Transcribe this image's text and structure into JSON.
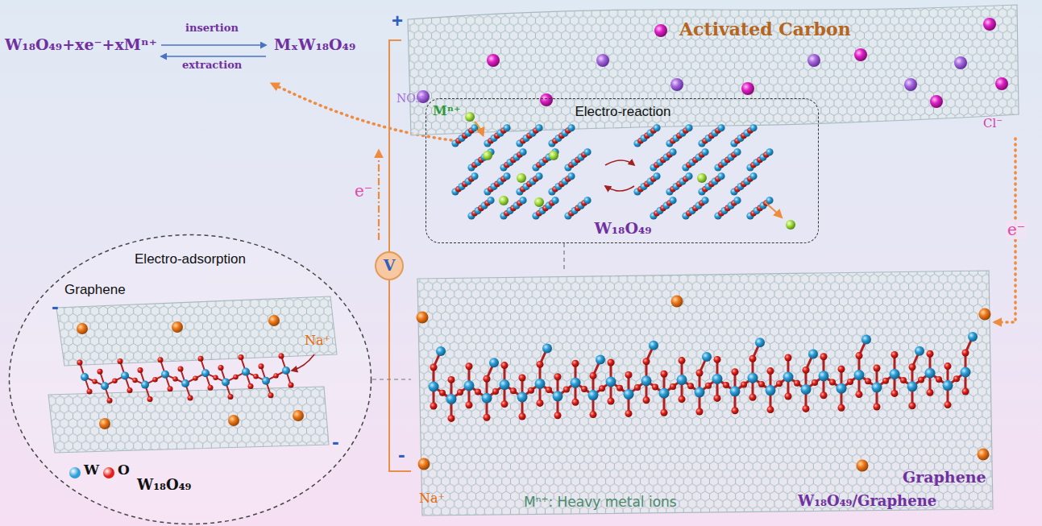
{
  "diagram": {
    "nodes": [
      {
        "text": [
          "Activated Carbon"
        ]
      },
      {
        "text": [
          "Electro-reaction",
          "Mⁿ⁺",
          "W₁₈O₄₉"
        ]
      },
      {
        "text": [
          "Graphene",
          "Na⁺"
        ]
      },
      {
        "text": [
          "Electro-adsorption",
          "Graphene",
          "Na⁺",
          "W₁₈O₄₉"
        ]
      },
      {
        "text": [
          "V"
        ]
      }
    ],
    "edges": [
      {
        "from": 0,
        "to": 2,
        "arrow": "to",
        "label": "e⁻"
      },
      {
        "from": 4,
        "to": 0,
        "arrow": "none"
      },
      {
        "from": 4,
        "to": 2,
        "arrow": "none"
      },
      {
        "from": 3,
        "to": 2,
        "arrow": "none"
      },
      {
        "from": 1,
        "to": 2,
        "arrow": "none"
      }
    ],
    "labels": [
      "W₁₈O₄₉+xe⁻+xMⁿ⁺",
      "insertion",
      "extraction",
      "MₓW₁₈O₄₉",
      "+",
      "NO₃⁻",
      "Cl⁻",
      "e⁻",
      "-",
      "-",
      "-",
      "Mⁿ⁺: Heavy metal ions",
      "W₁₈O₄₉/Graphene"
    ],
    "legend": [
      {
        "text": "W",
        "color": "#2b9fd9"
      },
      {
        "text": "O",
        "color": "#e0201a"
      }
    ]
  }
}
